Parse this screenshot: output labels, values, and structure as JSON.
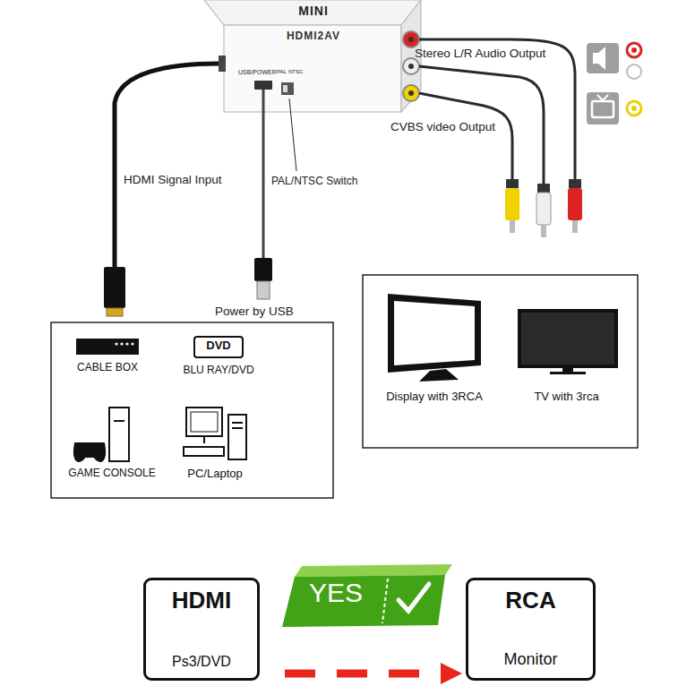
{
  "diagram": {
    "nodes": [
      {
        "text": [
          "MINI",
          "HDMI2AV"
        ]
      },
      {
        "text": [
          "CABLE BOX"
        ]
      },
      {
        "text": [
          "DVD",
          "BLU RAY/DVD"
        ]
      },
      {
        "text": [
          "GAME CONSOLE"
        ]
      },
      {
        "text": [
          "PC/Laptop"
        ]
      },
      {
        "text": [
          "Display with 3RCA"
        ]
      },
      {
        "text": [
          "TV with 3rca"
        ]
      },
      {
        "text": [
          "HDMI",
          "Ps3/DVD"
        ]
      },
      {
        "text": [
          "YES"
        ]
      },
      {
        "text": [
          "RCA",
          "Monitor"
        ]
      }
    ],
    "edges": [
      {
        "from": 7,
        "to": 9,
        "arrow": "to"
      }
    ],
    "labels": [
      "USB/POWER",
      "PAL",
      "NTSC",
      "Stereo L/R Audio Output",
      "CVBS video Output",
      "HDMI Signal Input",
      "PAL/NTSC Switch",
      "Power by USB"
    ]
  }
}
